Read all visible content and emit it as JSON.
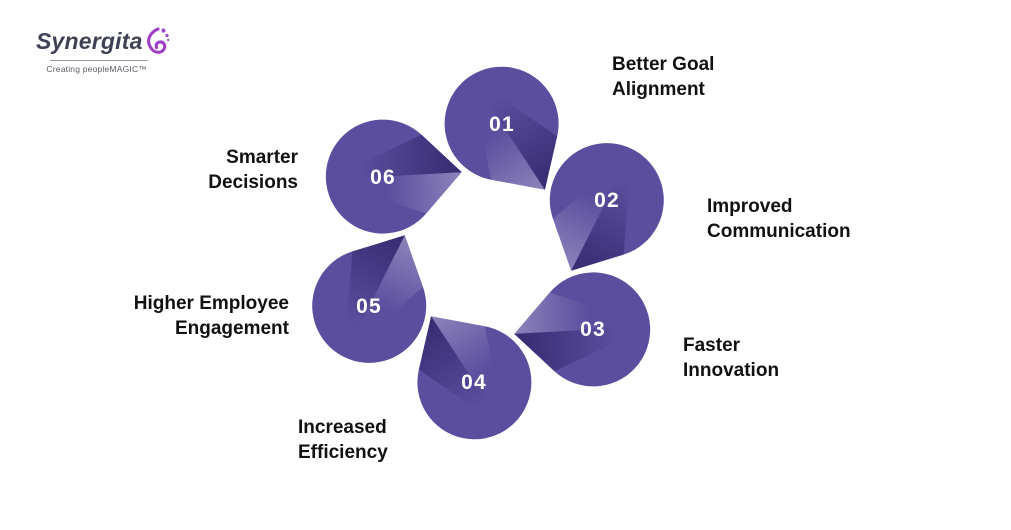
{
  "logo": {
    "brand": "Synergita",
    "tagline": "Creating peopleMAGIC™",
    "brand_color": "#3e4254",
    "icon_color": "#9b3fc4",
    "icon": "swirl-icon"
  },
  "diagram": {
    "petal_color": "#5b4e9e",
    "number_color": "#ffffff",
    "label_color": "#111111",
    "items": [
      {
        "number": "01",
        "label_line1": "Better Goal",
        "label_line2": "Alignment"
      },
      {
        "number": "02",
        "label_line1": "Improved",
        "label_line2": "Communication"
      },
      {
        "number": "03",
        "label_line1": "Faster",
        "label_line2": "Innovation"
      },
      {
        "number": "04",
        "label_line1": "Increased",
        "label_line2": "Efficiency"
      },
      {
        "number": "05",
        "label_line1": "Higher Employee",
        "label_line2": "Engagement"
      },
      {
        "number": "06",
        "label_line1": "Smarter",
        "label_line2": "Decisions"
      }
    ]
  }
}
